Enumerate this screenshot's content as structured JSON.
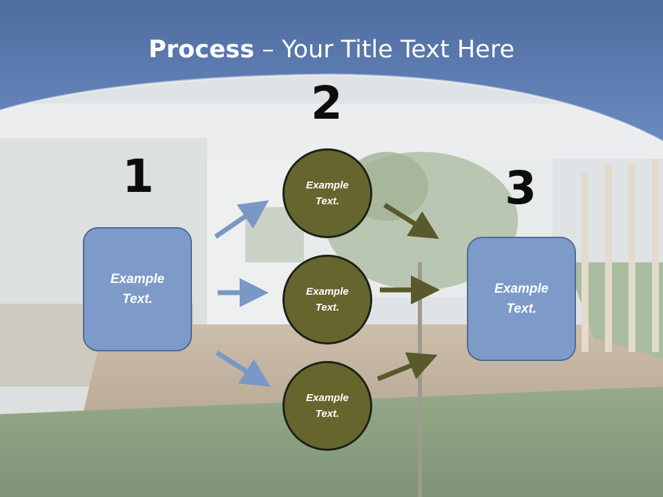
{
  "slide": {
    "title_bold": "Process",
    "title_rest": " – Your Title Text Here"
  },
  "steps": [
    {
      "number": "1",
      "label": "Example Text."
    },
    {
      "number": "2",
      "label": "Example Text."
    },
    {
      "number": "3",
      "label": "Example Text."
    }
  ],
  "middle_items": [
    {
      "label": "Example Text."
    },
    {
      "label": "Example Text."
    },
    {
      "label": "Example Text."
    }
  ],
  "colors": {
    "header_blue": "#5f7fb3",
    "box_fill": "#7d9ac9",
    "circle_fill": "#66652e",
    "arrow_blue": "#7a97c6",
    "arrow_olive": "#59592b"
  }
}
